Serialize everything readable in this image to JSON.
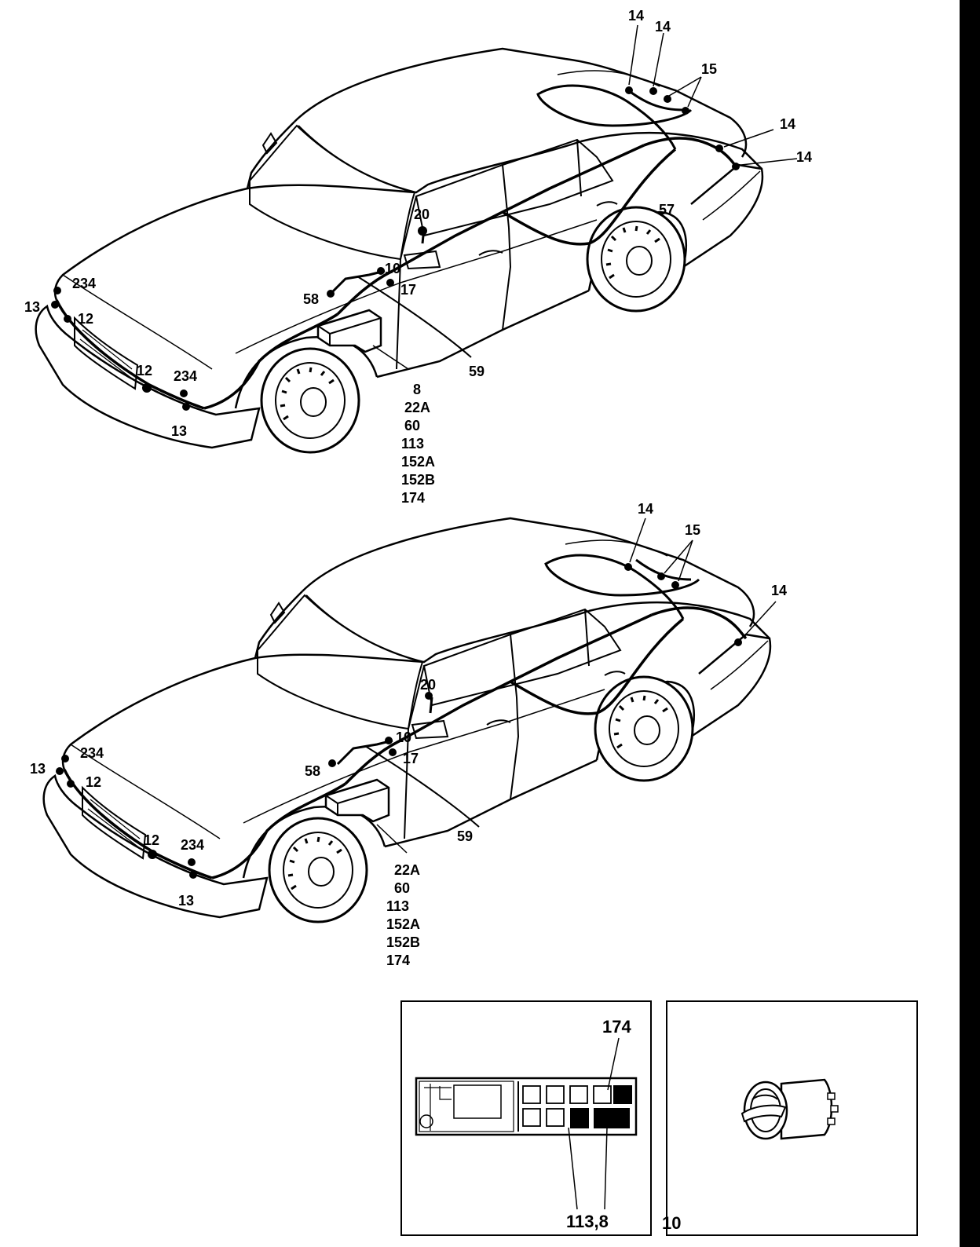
{
  "car_top": {
    "callouts": {
      "c14a": "14",
      "c14b": "14",
      "c15": "15",
      "c14c": "14",
      "c14d": "14",
      "c57": "57",
      "c20": "20",
      "c234a": "234",
      "c13a": "13",
      "c12a": "12",
      "c10": "10",
      "c58": "58",
      "c17": "17",
      "c12b": "12",
      "c234b": "234",
      "c59": "59",
      "c13b": "13"
    },
    "stack": [
      "8",
      "22A",
      "60",
      "113",
      "152A",
      "152B",
      "174"
    ]
  },
  "car_bottom": {
    "callouts": {
      "c14a": "14",
      "c15": "15",
      "c14b": "14",
      "c20": "20",
      "c234a": "234",
      "c13a": "13",
      "c12a": "12",
      "c10": "10",
      "c58": "58",
      "c17": "17",
      "c59": "59",
      "c12b": "12",
      "c234b": "234",
      "c13b": "13"
    },
    "stack": [
      "22A",
      "60",
      "113",
      "152A",
      "152B",
      "174"
    ]
  },
  "inset_fusebox": {
    "label_top": "174",
    "label_bottom": "113,8"
  },
  "inset_connector": {
    "label": "10"
  }
}
